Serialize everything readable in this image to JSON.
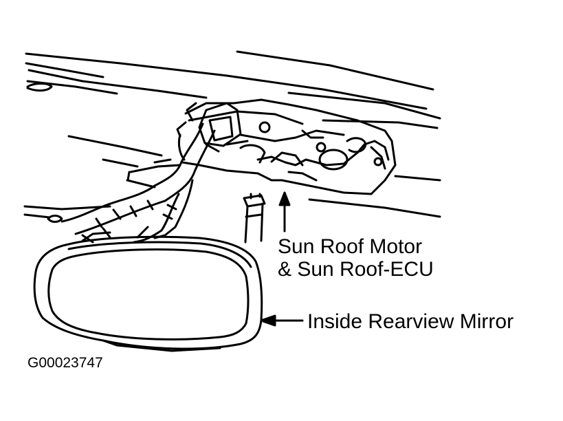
{
  "callouts": {
    "sunroof_line1": "Sun Roof Motor",
    "sunroof_line2": "& Sun Roof-ECU",
    "mirror": "Inside Rearview Mirror"
  },
  "figure_id": "G00023747",
  "colors": {
    "ink": "#000000",
    "paper": "#ffffff"
  }
}
